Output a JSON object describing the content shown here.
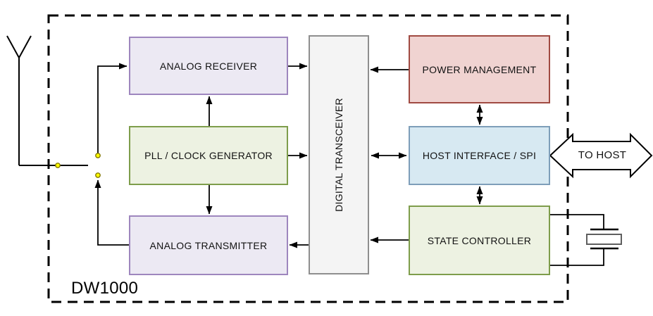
{
  "figure": {
    "chip_label": "DW1000",
    "external_label": "TO HOST"
  },
  "blocks": {
    "analog_receiver": {
      "label": "ANALOG RECEIVER",
      "fill": "#ECE9F3",
      "stroke": "#9E86BE"
    },
    "pll_clock_generator": {
      "label": "PLL / CLOCK GENERATOR",
      "fill": "#EDF2E2",
      "stroke": "#7E9D4B"
    },
    "analog_transmitter": {
      "label": "ANALOG TRANSMITTER",
      "fill": "#ECE9F3",
      "stroke": "#9E86BE"
    },
    "digital_transceiver": {
      "label": "DIGITAL TRANSCEIVER",
      "fill": "#F4F4F4",
      "stroke": "#8E8E8E"
    },
    "power_management": {
      "label": "POWER MANAGEMENT",
      "fill": "#F0D3D1",
      "stroke": "#A04A42"
    },
    "host_interface_spi": {
      "label": "HOST INTERFACE / SPI",
      "fill": "#D7E9F2",
      "stroke": "#7E9EB9"
    },
    "state_controller": {
      "label": "STATE CONTROLLER",
      "fill": "#EDF2E2",
      "stroke": "#7E9D4B"
    }
  },
  "colors": {
    "line": "#000000",
    "chip_boundary": "#000000",
    "connector_dot_fill": "#FFFF00",
    "connector_dot_stroke": "#827700",
    "to_host_fill": "#FFFFFF",
    "crystal_stroke": "#5F5F5F",
    "background": "#FFFFFF"
  }
}
